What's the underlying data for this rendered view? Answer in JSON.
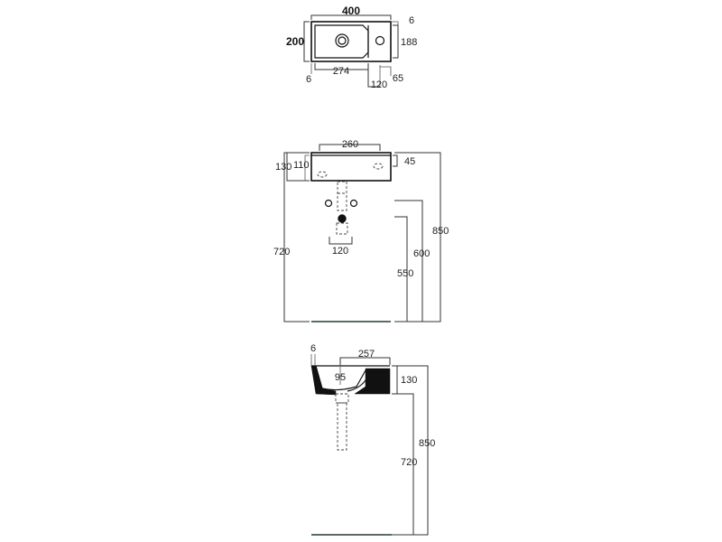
{
  "top_view": {
    "width": "400",
    "depth": "200",
    "rim": "6",
    "bowl_depth": "188",
    "bowl_width": "274",
    "left_rim": "6",
    "tap_offset": "120",
    "tap_edge": "65"
  },
  "front_view": {
    "top_width": "260",
    "height_total": "130",
    "height_inner": "110",
    "rim_height": "45",
    "waste_width": "120",
    "height_720": "720",
    "height_550": "550",
    "height_600": "600",
    "height_850": "850"
  },
  "side_view": {
    "rim": "6",
    "bowl_width": "257",
    "drain_offset": "95",
    "height_130": "130",
    "height_850": "850",
    "height_720": "720"
  }
}
